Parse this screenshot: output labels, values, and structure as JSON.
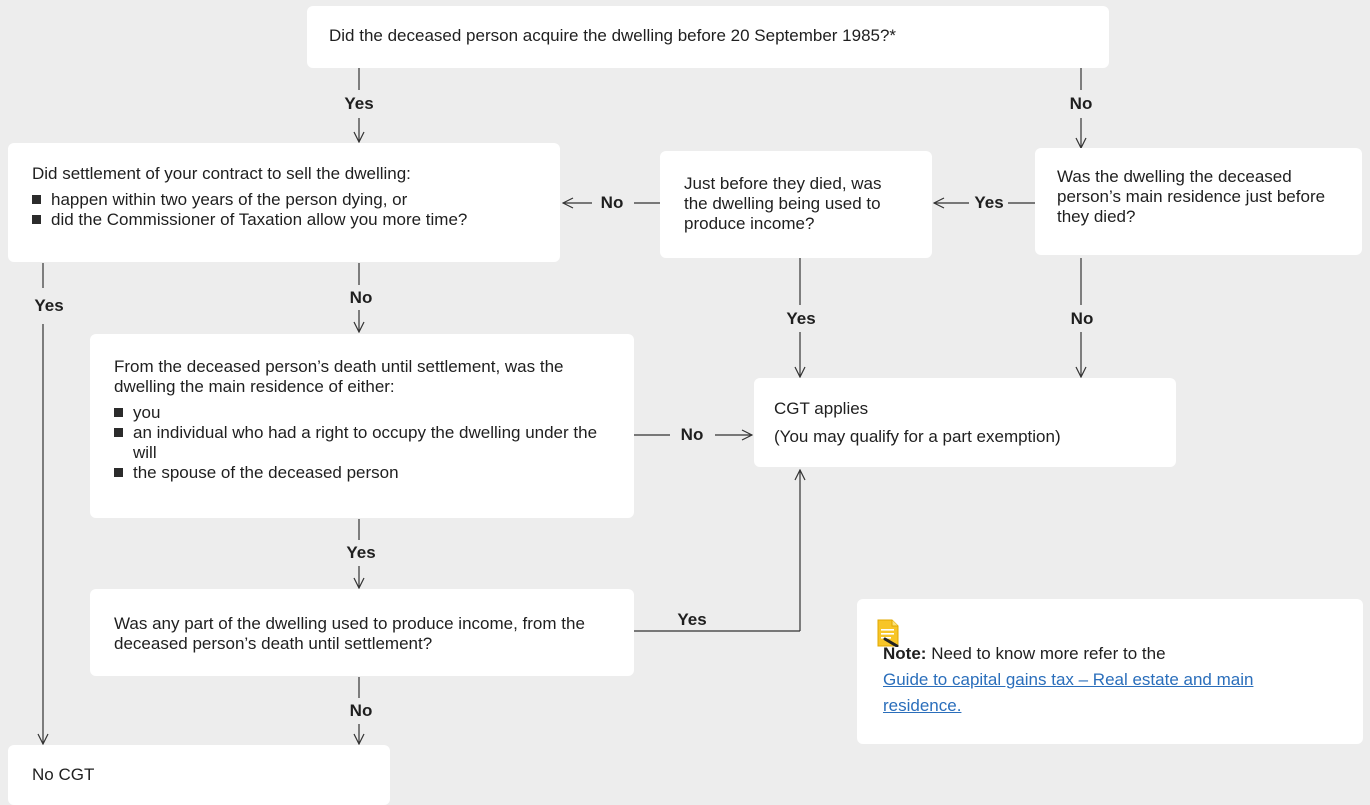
{
  "boxes": {
    "q1": "Did the deceased person acquire the dwelling before 20 September 1985?*",
    "q_settlement": {
      "text": "Did settlement of your contract to sell the dwelling:",
      "items": [
        "happen within two years of the person dying, or",
        "did the Commissioner of Taxation allow you more time?"
      ]
    },
    "q_income_before_death": "Just before they died, was the dwelling being used to produce income?",
    "q_main_residence": "Was the dwelling the deceased person’s main residence just before they died?",
    "q_death_until_settlement": {
      "text": "From the deceased person’s death until settlement, was the dwelling the main residence of either:",
      "items": [
        "you",
        "an individual who had a right to occupy the dwelling under the will",
        "the spouse of the deceased person"
      ]
    },
    "cgt_applies": {
      "line1": "CGT applies",
      "line2": "(You may qualify for a part exemption)"
    },
    "q_income_part": "Was any part of the dwelling used to produce income, from the deceased person’s death until settlement?",
    "no_cgt": "No CGT"
  },
  "labels": {
    "q1_yes": "Yes",
    "q1_no": "No",
    "settlement_no_arrow": "No",
    "income_yes_arrow": "Yes",
    "settlement_yes": "Yes",
    "settlement_no": "No",
    "income_yes": "Yes",
    "residence_no": "No",
    "death_no": "No",
    "death_yes": "Yes",
    "part_yes": "Yes",
    "part_no": "No"
  },
  "note": {
    "title": "Note:",
    "text": "Need to know more refer to the",
    "link": "Guide to capital gains tax – Real estate and main residence.",
    "icon": "document-pen-icon"
  },
  "colors": {
    "background": "#ededed",
    "box": "#ffffff",
    "line": "#333333",
    "link": "#2a6ebb"
  }
}
